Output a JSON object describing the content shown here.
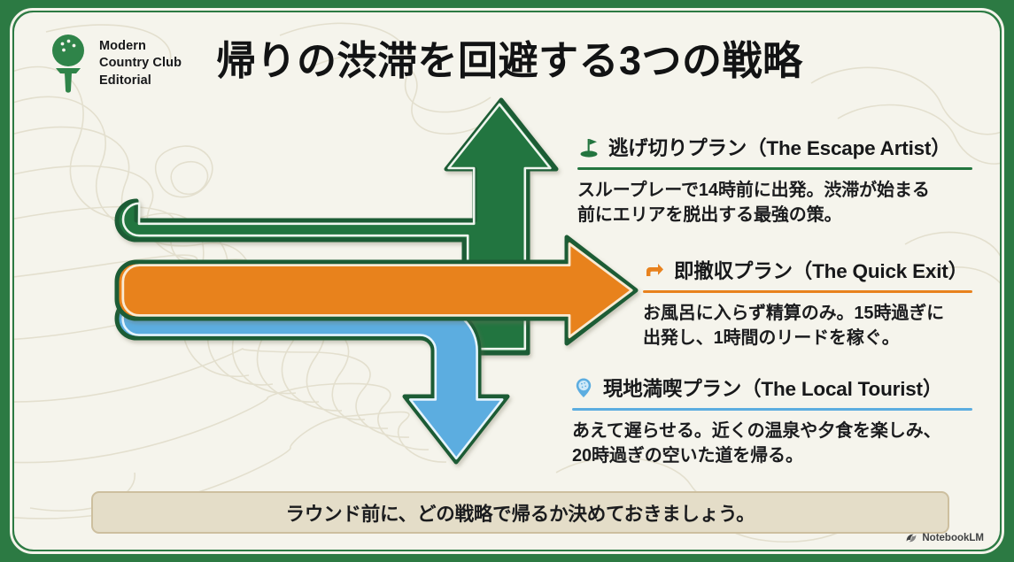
{
  "brand": {
    "logo_icon": "golf-ball-on-tee-icon",
    "name": "Modern\nCountry Club\nEditorial"
  },
  "header": {
    "title": "帰りの渋滞を回避する3つの戦略"
  },
  "colors": {
    "frame_green": "#2c7a43",
    "panel_cream": "#f5f4ec",
    "green": "#23753f",
    "orange": "#e8821e",
    "blue": "#5cade0",
    "outline": "#1f5e36",
    "inner_stroke_light": "#f6f3e4",
    "footer_fill": "#e4ddc8",
    "footer_border": "#cdbf9f",
    "text": "#17181a"
  },
  "plans": [
    {
      "id": "escape-artist",
      "icon": "golf-flag-icon",
      "title": "逃げ切りプラン（The Escape Artist）",
      "body": "スループレーで14時前に出発。渋滞が始まる\n前にエリアを脱出する最強の策。",
      "accent": "#23753f",
      "arrow_direction": "up"
    },
    {
      "id": "quick-exit",
      "icon": "turn-right-arrow-icon",
      "title": "即撤収プラン（The Quick Exit）",
      "body": "お風呂に入らず精算のみ。15時過ぎに\n出発し、1時間のリードを稼ぐ。",
      "accent": "#e8821e",
      "arrow_direction": "right"
    },
    {
      "id": "local-tourist",
      "icon": "map-pin-icon",
      "title": "現地満喫プラン（The Local Tourist）",
      "body": "あえて遅らせる。近くの温泉や夕食を楽しみ、\n20時過ぎの空いた道を帰る。",
      "accent": "#5cade0",
      "arrow_direction": "down"
    }
  ],
  "footer": {
    "text": "ラウンド前に、どの戦略で帰るか決めておきましょう。"
  },
  "watermark": {
    "icon": "notebooklm-icon",
    "label": "NotebookLM"
  }
}
